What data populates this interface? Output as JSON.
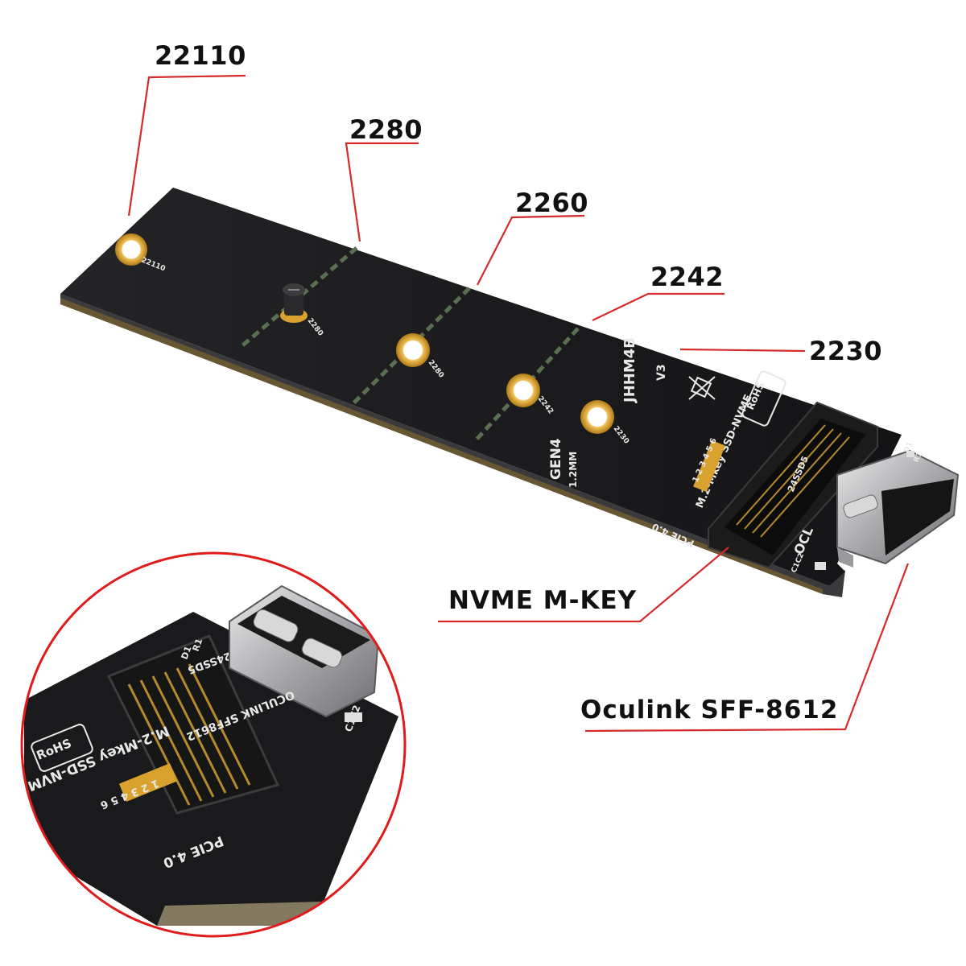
{
  "callouts": {
    "len_22110": "22110",
    "len_2280": "2280",
    "len_2260": "2260",
    "len_2242": "2242",
    "len_2230": "2230",
    "nvme": "NVME M-KEY",
    "oculink": "Oculink SFF-8612"
  },
  "board_silk": {
    "hole_22110": "22110",
    "hole_2280": "2280",
    "hole_2242": "2242",
    "hole_2230": "2230",
    "model": "JHHM4B",
    "version": "V3",
    "gen": "GEN4",
    "thickness": "1.2MM",
    "bus": "PCIE 4.0",
    "slot": "M.2-Mkey SSD-NVME",
    "pins": "1 2 3 4 5 6",
    "rohs": "RoHS",
    "connector_part": "24SSD5",
    "label_d1": "D1",
    "label_r1": "R1",
    "label_c1c2": "C1C2",
    "label_ocl": "OCL"
  },
  "zoom_silk": {
    "slot": "M.2-Mkey SSD-NVME",
    "pins": "1 2 3 4 5 6",
    "bus": "PCIE 4.0",
    "rohs": "RoHS",
    "connector_part": "24SSD5",
    "oculink_label": "OCULINK SFF8612",
    "label_d1": "D1",
    "label_r1": "R1",
    "label_c1c2": "C1C2"
  },
  "colors": {
    "pcb": "#1d1d1f",
    "leader_line": "#d42a2a",
    "zoom_ring": "#e01b1b",
    "gold": "#d9a22e",
    "metal": "#b9b9bb"
  }
}
